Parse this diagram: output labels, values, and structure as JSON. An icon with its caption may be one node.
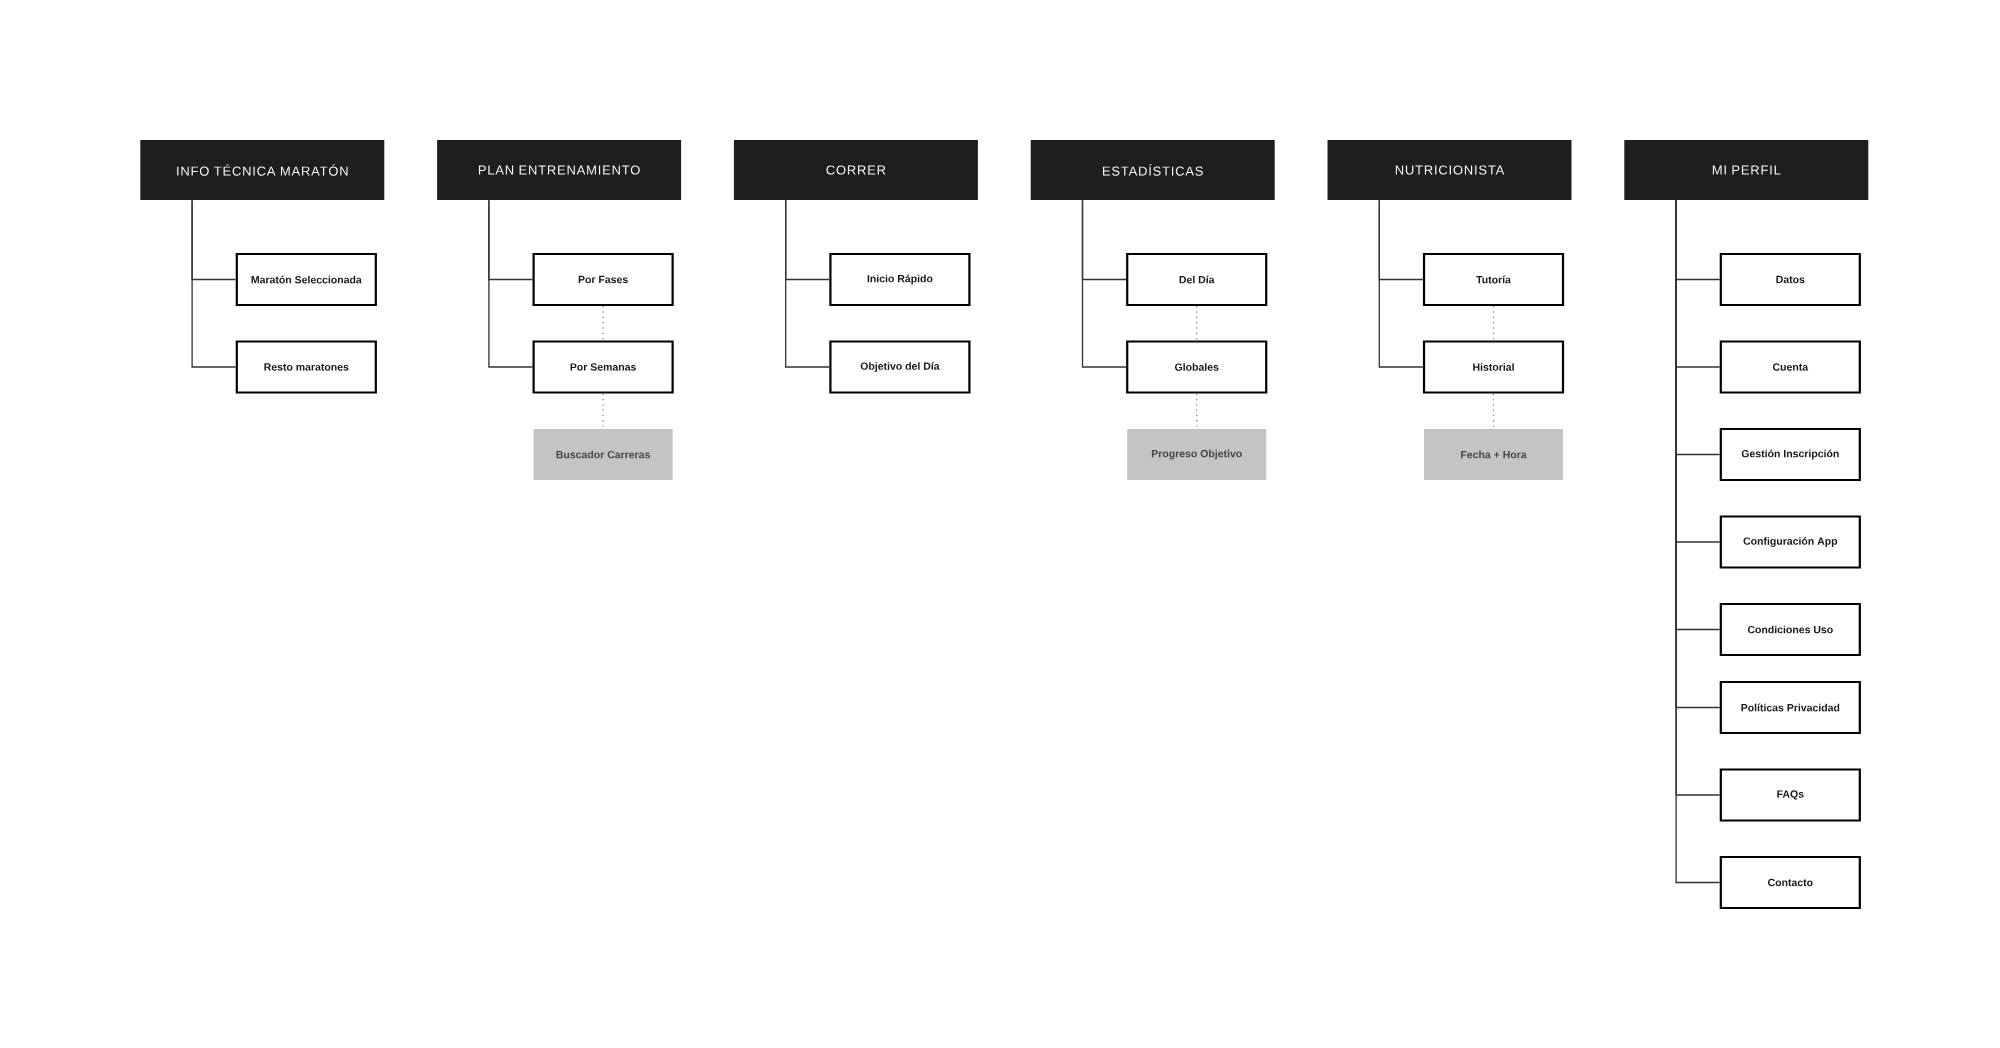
{
  "diagram": {
    "nodes": [
      {
        "text": [
          "INFO TÉCNICA MARATÓN"
        ]
      },
      {
        "text": [
          "Maratón Seleccionada"
        ]
      },
      {
        "text": [
          "Resto maratones"
        ]
      },
      {
        "text": [
          "PLAN ENTRENAMIENTO"
        ]
      },
      {
        "text": [
          "Por Fases"
        ]
      },
      {
        "text": [
          "Por Semanas"
        ]
      },
      {
        "text": [
          "Buscador Carreras"
        ]
      },
      {
        "text": [
          "CORRER"
        ]
      },
      {
        "text": [
          "Inicio Rápido"
        ]
      },
      {
        "text": [
          "Objetivo del Día"
        ]
      },
      {
        "text": [
          "ESTADÍSTICAS"
        ]
      },
      {
        "text": [
          "Del Día"
        ]
      },
      {
        "text": [
          "Globales"
        ]
      },
      {
        "text": [
          "Progreso Objetivo"
        ]
      },
      {
        "text": [
          "NUTRICIONISTA"
        ]
      },
      {
        "text": [
          "Tutoría"
        ]
      },
      {
        "text": [
          "Historial"
        ]
      },
      {
        "text": [
          "Fecha + Hora"
        ]
      },
      {
        "text": [
          "MI PERFIL"
        ]
      },
      {
        "text": [
          "Datos"
        ]
      },
      {
        "text": [
          "Cuenta"
        ]
      },
      {
        "text": [
          "Gestión Inscripción"
        ]
      },
      {
        "text": [
          "Configuración App"
        ]
      },
      {
        "text": [
          "Condiciones Uso"
        ]
      },
      {
        "text": [
          "Políticas Privacidad"
        ]
      },
      {
        "text": [
          "FAQs"
        ]
      },
      {
        "text": [
          "Contacto"
        ]
      }
    ],
    "edges": [
      {
        "from": 0,
        "to": 1,
        "arrow": "none"
      },
      {
        "from": 0,
        "to": 2,
        "arrow": "none"
      },
      {
        "from": 3,
        "to": 4,
        "arrow": "none"
      },
      {
        "from": 3,
        "to": 5,
        "arrow": "none"
      },
      {
        "from": 4,
        "to": 5,
        "arrow": "none",
        "style": "dashed",
        "color": "#8a8a8a"
      },
      {
        "from": 5,
        "to": 6,
        "arrow": "none",
        "style": "dashed",
        "color": "#8a8a8a"
      },
      {
        "from": 7,
        "to": 8,
        "arrow": "none"
      },
      {
        "from": 7,
        "to": 9,
        "arrow": "none"
      },
      {
        "from": 10,
        "to": 11,
        "arrow": "none"
      },
      {
        "from": 10,
        "to": 12,
        "arrow": "none"
      },
      {
        "from": 11,
        "to": 12,
        "arrow": "none",
        "style": "dashed",
        "color": "#8a8a8a"
      },
      {
        "from": 12,
        "to": 13,
        "arrow": "none",
        "style": "dashed",
        "color": "#8a8a8a"
      },
      {
        "from": 14,
        "to": 15,
        "arrow": "none"
      },
      {
        "from": 14,
        "to": 16,
        "arrow": "none"
      },
      {
        "from": 15,
        "to": 16,
        "arrow": "none",
        "style": "dashed",
        "color": "#8a8a8a"
      },
      {
        "from": 16,
        "to": 17,
        "arrow": "none",
        "style": "dashed",
        "color": "#8a8a8a"
      },
      {
        "from": 18,
        "to": 19,
        "arrow": "none"
      },
      {
        "from": 18,
        "to": 20,
        "arrow": "none"
      },
      {
        "from": 18,
        "to": 21,
        "arrow": "none"
      },
      {
        "from": 18,
        "to": 22,
        "arrow": "none"
      },
      {
        "from": 18,
        "to": 23,
        "arrow": "none"
      },
      {
        "from": 18,
        "to": 24,
        "arrow": "none"
      },
      {
        "from": 18,
        "to": 25,
        "arrow": "none"
      },
      {
        "from": 18,
        "to": 26,
        "arrow": "none"
      }
    ]
  }
}
